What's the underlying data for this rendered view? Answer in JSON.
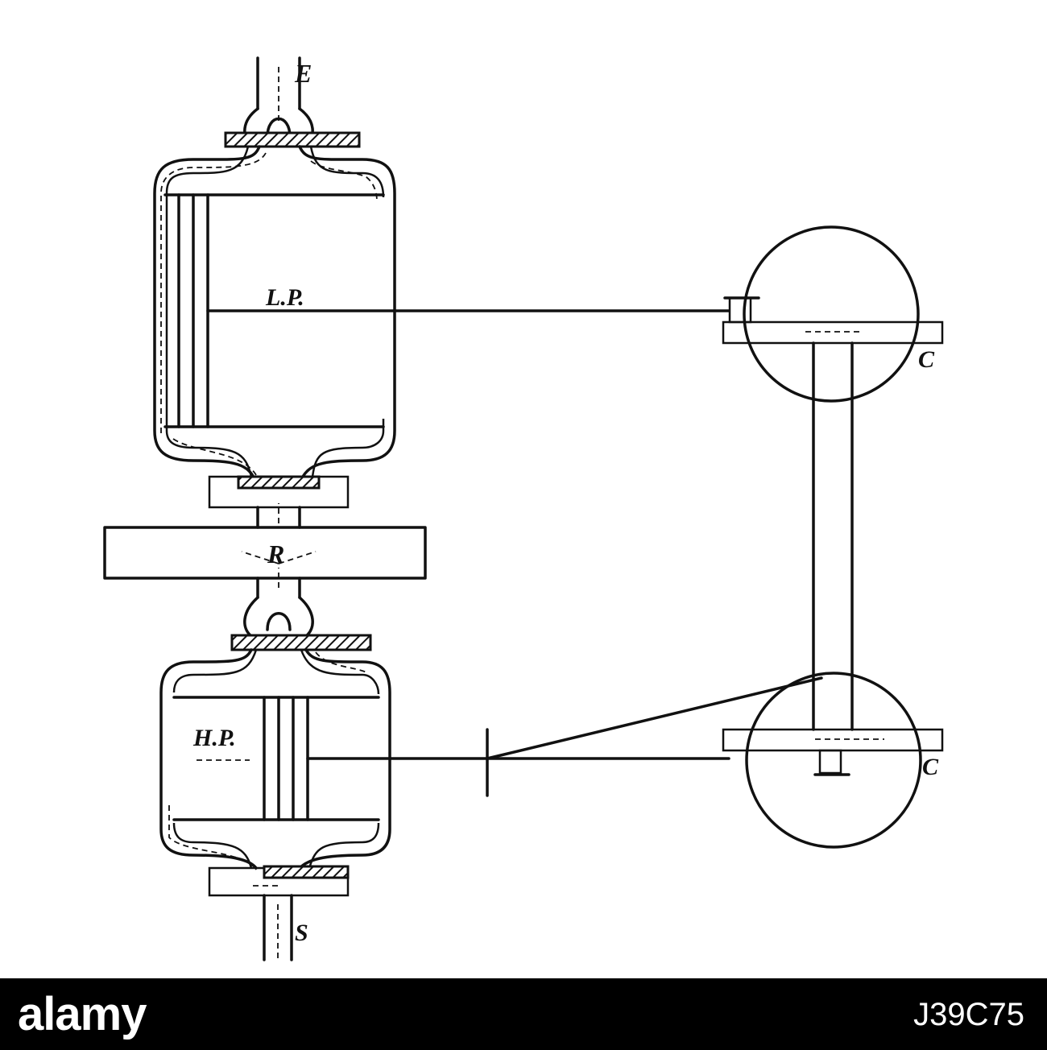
{
  "diagram": {
    "labels": {
      "exhaust": "E",
      "low_pressure": "L.P.",
      "receiver": "R",
      "high_pressure": "H.P.",
      "steam": "S",
      "crank_top": "C",
      "crank_bottom": "C"
    }
  },
  "watermark": {
    "brand": "alamy",
    "image_id": "J39C75"
  },
  "colors": {
    "ink": "#111111",
    "paper": "#ffffff",
    "footer": "#000000"
  }
}
